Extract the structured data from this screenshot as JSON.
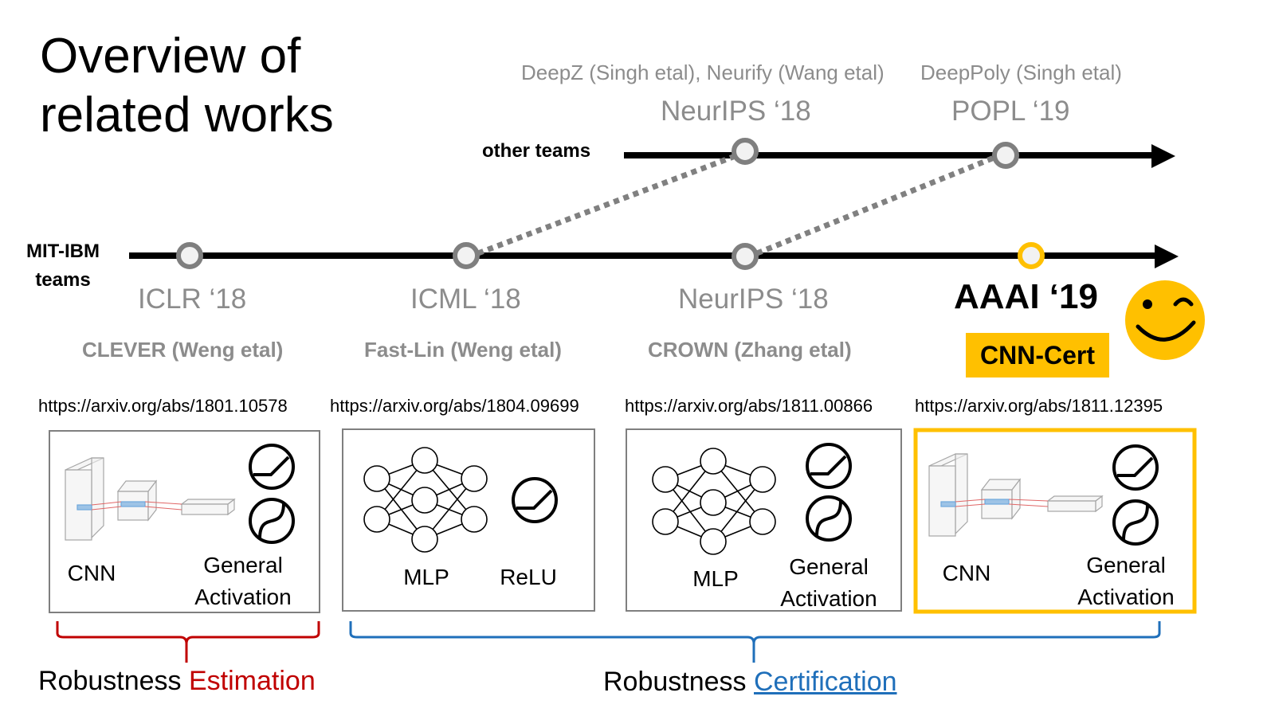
{
  "title": "Overview of related works",
  "tracks": {
    "other_label": "other teams",
    "mitibm_label": "MIT-IBM teams"
  },
  "top_papers": [
    {
      "refs": "DeepZ (Singh etal),  Neurify (Wang etal)",
      "venue": "NeurIPS ‘18"
    },
    {
      "refs": "DeepPoly (Singh etal)",
      "venue": "POPL ‘19"
    }
  ],
  "bottom_venues": [
    "ICLR ‘18",
    "ICML ‘18",
    "NeurIPS ‘18",
    "AAAI ‘19"
  ],
  "bottom_papers": [
    "CLEVER (Weng etal)",
    "Fast-Lin (Weng etal)",
    "CROWN (Zhang etal)",
    "CNN-Cert"
  ],
  "urls": [
    "https://arxiv.org/abs/1801.10578",
    "https://arxiv.org/abs/1804.09699",
    "https://arxiv.org/abs/1811.00866",
    "https://arxiv.org/abs/1811.12395"
  ],
  "boxes": [
    {
      "model": "CNN",
      "activation": "General Activation"
    },
    {
      "model": "MLP",
      "activation": "ReLU"
    },
    {
      "model": "MLP",
      "activation": "General Activation"
    },
    {
      "model": "CNN",
      "activation": "General Activation"
    }
  ],
  "groups": {
    "estimation_prefix": "Robustness ",
    "estimation_word": "Estimation",
    "certification_prefix": "Robustness ",
    "certification_word": "Certification"
  },
  "colors": {
    "timeline": "#000000",
    "milestone_grey": "#7f7f7f",
    "highlight": "#ffc000",
    "estimation": "#c00000",
    "certification": "#1f6fba"
  },
  "icons": [
    "relu-icon",
    "sigmoid-icon",
    "smiley-wink-icon",
    "cnn-diagram",
    "mlp-diagram"
  ]
}
